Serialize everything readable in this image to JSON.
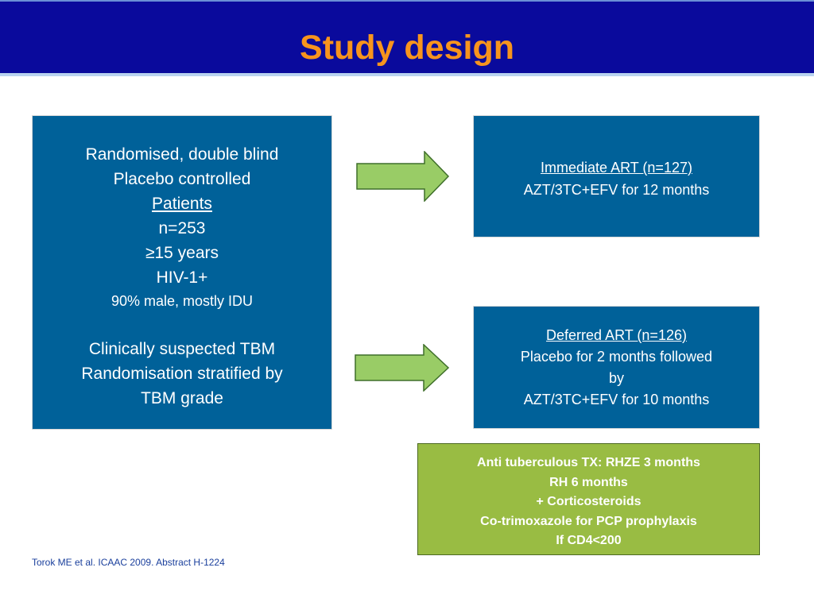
{
  "title": "Study design",
  "colors": {
    "header_bg": "#0a0a9c",
    "title": "#f7941d",
    "box_blue": "#006199",
    "box_green": "#99bc43",
    "arrow_fill": "#99cc66",
    "citation": "#1a3f9c"
  },
  "patients_box": {
    "lines": [
      "Randomised, double blind",
      "Placebo controlled",
      "Patients",
      "n=253",
      "≥15 years",
      "HIV-1+",
      "90% male, mostly IDU",
      "Clinically suspected TBM",
      "Randomisation stratified by",
      "TBM grade"
    ]
  },
  "immediate_arm": {
    "heading": "Immediate ART (n=127)",
    "detail": "AZT/3TC+EFV for 12 months"
  },
  "deferred_arm": {
    "heading": "Deferred ART (n=126)",
    "detail_lines": [
      "Placebo for 2 months followed",
      "by",
      "AZT/3TC+EFV for 10 months"
    ]
  },
  "treatment_box": {
    "lines": [
      "Anti tuberculous TX: RHZE 3 months",
      "RH 6 months",
      "+ Corticosteroids",
      "Co-trimoxazole for PCP prophylaxis",
      "If CD4<200"
    ]
  },
  "citation": "Torok ME et al. ICAAC 2009. Abstract H-1224"
}
